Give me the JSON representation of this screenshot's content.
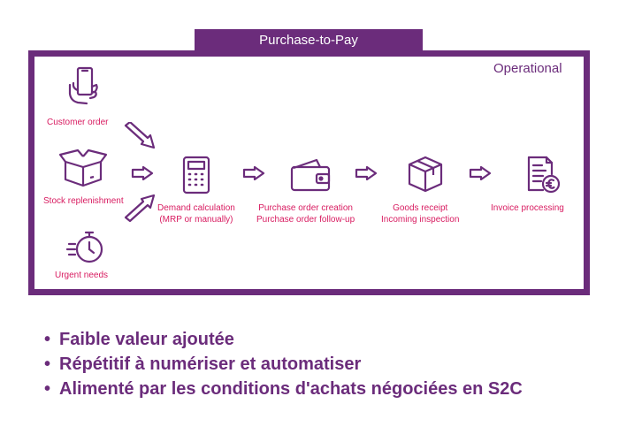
{
  "title": "Purchase-to-Pay",
  "zone_label": "Operational",
  "colors": {
    "frame": "#6b2c7b",
    "label": "#d81b60",
    "icon": "#6b2c7b"
  },
  "triggers": [
    {
      "label": "Customer order",
      "icon": "smartphone-hand-icon"
    },
    {
      "label": "Stock replenishment",
      "icon": "open-box-icon"
    },
    {
      "label": "Urgent needs",
      "icon": "stopwatch-icon"
    }
  ],
  "steps": [
    {
      "line1": "Demand calculation",
      "line2": "(MRP or manually)",
      "icon": "calculator-icon"
    },
    {
      "line1": "Purchase order creation",
      "line2": "Purchase order follow-up",
      "icon": "wallet-icon"
    },
    {
      "line1": "Goods receipt",
      "line2": "Incoming inspection",
      "icon": "package-icon"
    },
    {
      "line1": "Invoice processing",
      "line2": "",
      "icon": "euro-invoice-icon"
    }
  ],
  "bullets": [
    "Faible valeur ajoutée",
    "Répétitif à numériser et automatiser",
    "Alimenté par les conditions d'achats négociées en S2C"
  ]
}
